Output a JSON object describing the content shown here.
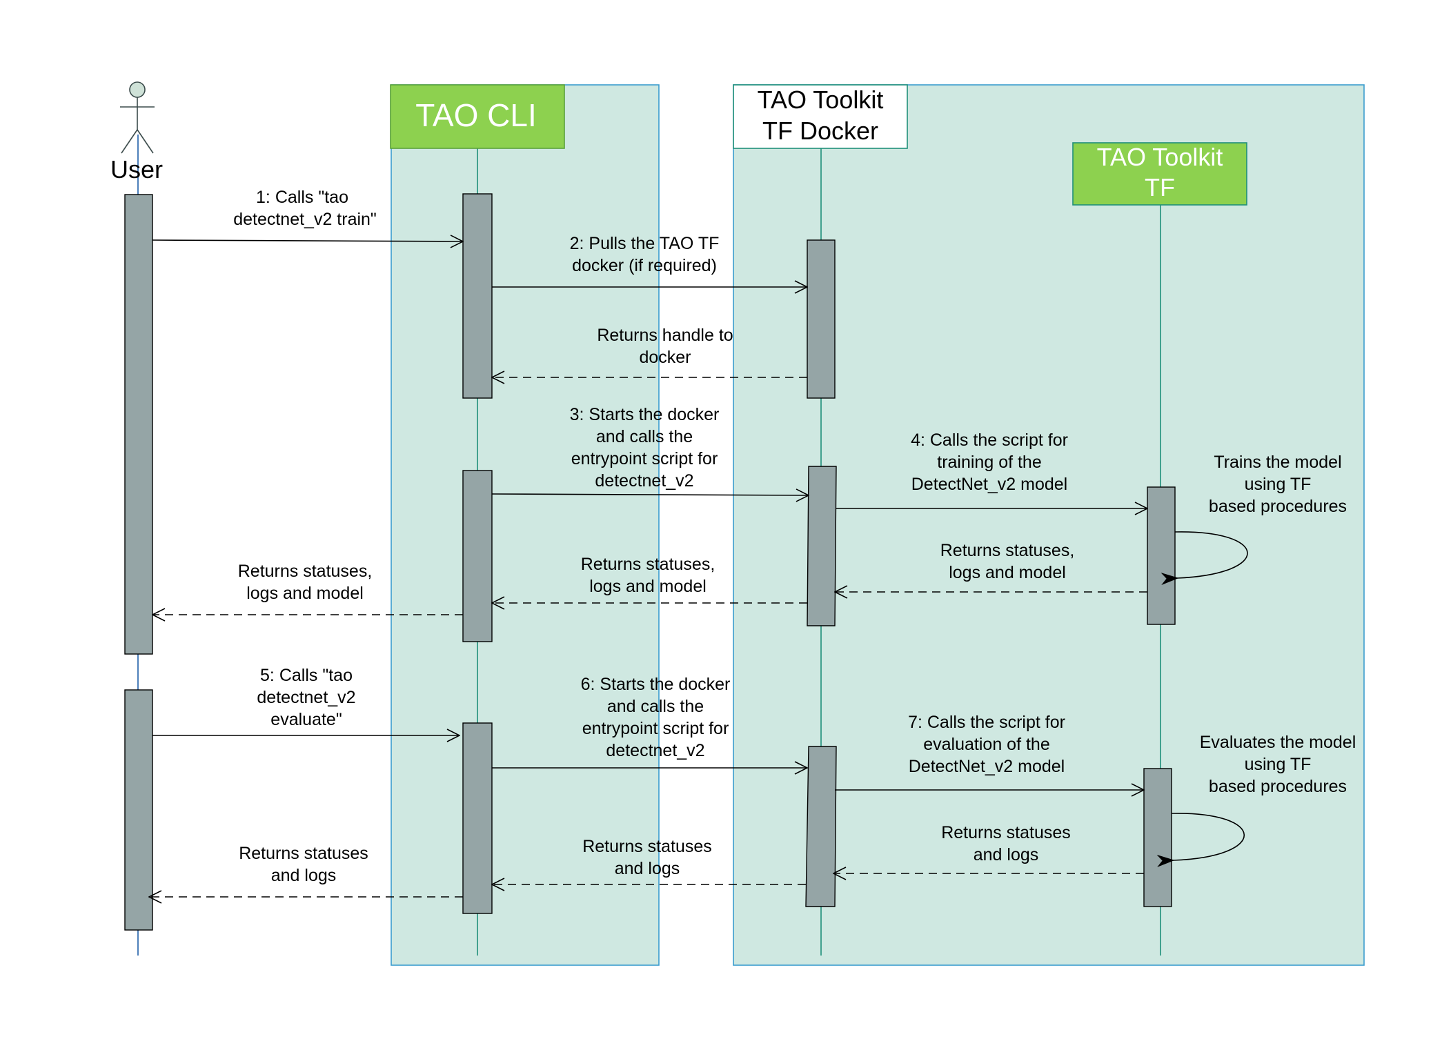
{
  "colors": {
    "container_fill": "#cfe8e1",
    "container_stroke": "#3a9ccf",
    "lifeline": "#1f8f7a",
    "header_green": "#8dd14f",
    "header_green_stroke": "#5aa23a",
    "header_docker_fill": "#ffffff",
    "header_docker_stroke": "#1f8f7a",
    "activation_fill": "#95a5a6",
    "activation_stroke": "#000000",
    "actor_head": "#cfe2d8",
    "line": "#000000"
  },
  "participants": {
    "user": {
      "label": "User"
    },
    "tao_cli": {
      "label": "TAO CLI"
    },
    "tf_docker": {
      "label_line1": "TAO Toolkit",
      "label_line2": "TF Docker"
    },
    "tf": {
      "label_line1": "TAO Toolkit",
      "label_line2": "TF"
    }
  },
  "messages": {
    "m1": {
      "line1": "1: Calls \"tao",
      "line2": "detectnet_v2 train\""
    },
    "m2": {
      "line1": "2: Pulls the TAO TF",
      "line2": "docker (if required)"
    },
    "m2r": {
      "line1": "Returns handle to",
      "line2": "docker"
    },
    "m3": {
      "line1": "3: Starts the docker",
      "line2": "and calls the",
      "line3": "entrypoint script for",
      "line4": "detectnet_v2"
    },
    "m4": {
      "line1": "4: Calls the script for",
      "line2": "training of the",
      "line3": "DetectNet_v2 model"
    },
    "self1": {
      "line1": "Trains the model",
      "line2": "using TF",
      "line3": "based procedures"
    },
    "r4": {
      "line1": "Returns statuses,",
      "line2": "logs and model"
    },
    "r3": {
      "line1": "Returns statuses,",
      "line2": "logs and model"
    },
    "r1": {
      "line1": "Returns statuses,",
      "line2": "logs and model"
    },
    "m5": {
      "line1": "5: Calls \"tao",
      "line2": "detectnet_v2",
      "line3": "evaluate\""
    },
    "m6": {
      "line1": "6: Starts the docker",
      "line2": "and calls the",
      "line3": "entrypoint script for",
      "line4": "detectnet_v2"
    },
    "m7": {
      "line1": "7: Calls the script for",
      "line2": "evaluation of the",
      "line3": "DetectNet_v2 model"
    },
    "self2": {
      "line1": "Evaluates the model",
      "line2": "using TF",
      "line3": "based procedures"
    },
    "r7": {
      "line1": "Returns statuses",
      "line2": "and logs"
    },
    "r6": {
      "line1": "Returns statuses",
      "line2": "and logs"
    },
    "r5": {
      "line1": "Returns statuses",
      "line2": "and logs"
    }
  }
}
